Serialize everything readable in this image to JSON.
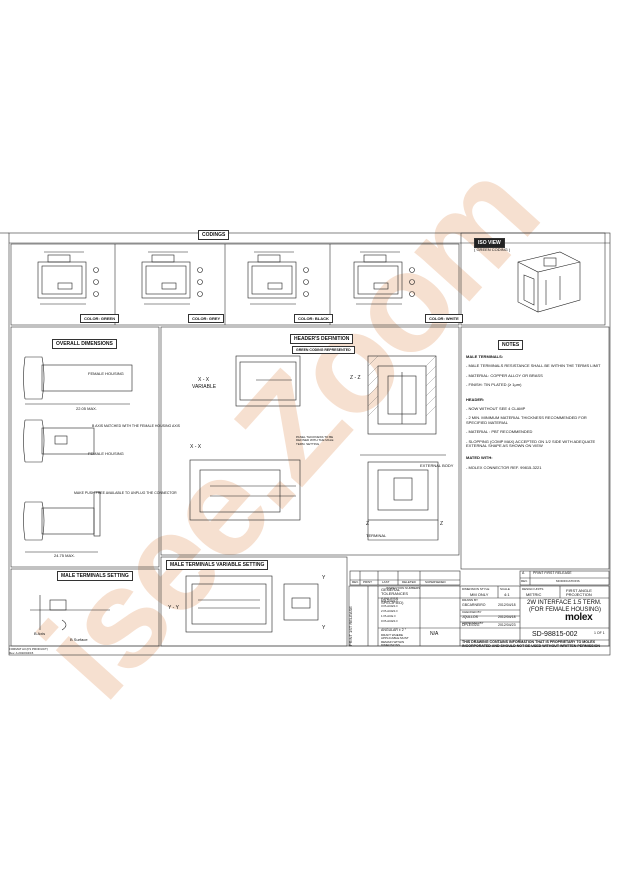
{
  "sections": {
    "codings": "CODINGS",
    "iso_view": "ISO VIEW",
    "iso_view_sub": "( GREEN CODING )",
    "overall_dimensions": "OVERALL DIMENSIONS",
    "headers_definition": "HEADER'S DEFINITION",
    "green_coding_represented": "GREEN CODING REPRESENTED",
    "male_terminals_setting": "MALE TERMINALS SETTING",
    "male_terminals_variable": "MALE TERMINALS VARIABLE SETTING",
    "notes": "NOTES"
  },
  "colors": {
    "green": "COLOR: GREEN",
    "grey": "COLOR: GREY",
    "black": "COLOR: BLACK",
    "white": "COLOR: WHITE"
  },
  "labels": {
    "female_housing_1": "FEMALE HOUSING",
    "female_housing_2": "FEMALE HOUSING",
    "matched": "B AXIS MATCHED WITH THE FEMALE HOUSING AXIS",
    "push_free": "MAKE PUSH FREE AVAILABLE TO UNPLUG THE CONNECTOR",
    "max_1": "22.05 MAX.",
    "max_2": "24.75 MAX.",
    "xx": "X - X",
    "variable": "VARIABLE",
    "zz": "Z - Z",
    "yy": "Y - Y",
    "z": "Z",
    "y": "Y",
    "b_axis": "B Axis",
    "b_surface": "B Surface",
    "pcb_thickness": "PANEL THICKNESS TO BE DEFINED WITH THE MALE TERM. SETTING",
    "external_body": "EXTERNAL BODY",
    "terminal": "TERMINAL"
  },
  "notes": [
    "MALE TERMINALS:",
    "- MALE TERMINALS RESISTANCE SHALL BE WITHIN THE TERMS LIMIT",
    "- MATERIAL: COPPER ALLOY OR BRASS",
    "- FINISH: TIN PLATED (≥ 1μm)",
    "HEADER:",
    "- NOW WITHOUT SEE 4 CLAMP",
    "- 2 MIN. MINIMUM MATERIAL THICKNESS RECOMMENDED FOR SPECIFIED MATERIAL",
    "- MATERIAL : PBT RECOMMENDED",
    "- SLOPPING (COMP MAX) ACCEPTED ON 1/2 SIDE WITH ADEQUATE EXTERNAL SHAPE AS SHOWN ON VIEW",
    "MATED WITH:",
    "- MOLEX CONNECTOR REF. 99815-3221"
  ],
  "revision": {
    "first_release": "PRINT FIRST RELEASE",
    "rev": "REV.",
    "modifications": "MODIFICATIONS",
    "print": "PRINT",
    "last": "LAST",
    "deleted": "DELETED",
    "superseded": "SUPERSEDED",
    "inspection_numbers": "INSPECTION NUMBERS",
    "revision_a": "A"
  },
  "title_block": {
    "general_tolerances": "GENERAL TOLERANCES (UNLESS SPECIFIED)",
    "dimension_style": "DIMENSION STYLE",
    "mm_only": "MM ONLY",
    "scale": "SCALE",
    "scale_value": "4:1",
    "design_units": "DESIGN UNITS",
    "metric": "METRIC",
    "first_angle": "FIRST ANGLE PROJECTION",
    "drawn_by": "DRAWN BY",
    "drawn_name": "GBCARNEIRO",
    "drawn_date": "2012/04/18",
    "checked_by": "CHECKED BY",
    "checked_name": "JQULLOS",
    "checked_date": "2012/04/18",
    "approved_by": "APPROVED BY",
    "approved_name": "DPLESS/G",
    "approved_date": "2012/04/23",
    "title": "2W INTERFACE 1.5 TERM.",
    "subtitle": "(FOR FEMALE HOUSING)",
    "document_no": "SD-98815-002",
    "sheet": "1 OF 1",
    "angular": "ANGULAR  ± 2 °",
    "na": "N/A",
    "draft_wall": "DRAFT WHERE APPLICABLE MUST REMAIN WITHIN DIMENSIONS",
    "print_date": "PRINT 1ST RELEASE",
    "places_4": "4 PLACES  ±",
    "places_3": "3 PLACES  ±",
    "places_2": "2 PLACES  ±",
    "places_1": "1 PLACE  ±",
    "places_0": "0 PLACES  ±",
    "proprietary": "THIS DRAWING CONTAINS INFORMATION THAT IS PROPRIETARY TO MOLEX INCORPORATED AND SHOULD NOT BE USED WITHOUT WRITTEN PERMISSION",
    "brand": "molex"
  },
  "footer": {
    "format": "FORMAT A3 (P1 PRODUCT)",
    "rev": "Rev. A 2010/04/15"
  },
  "watermark": "isee.Zoom"
}
